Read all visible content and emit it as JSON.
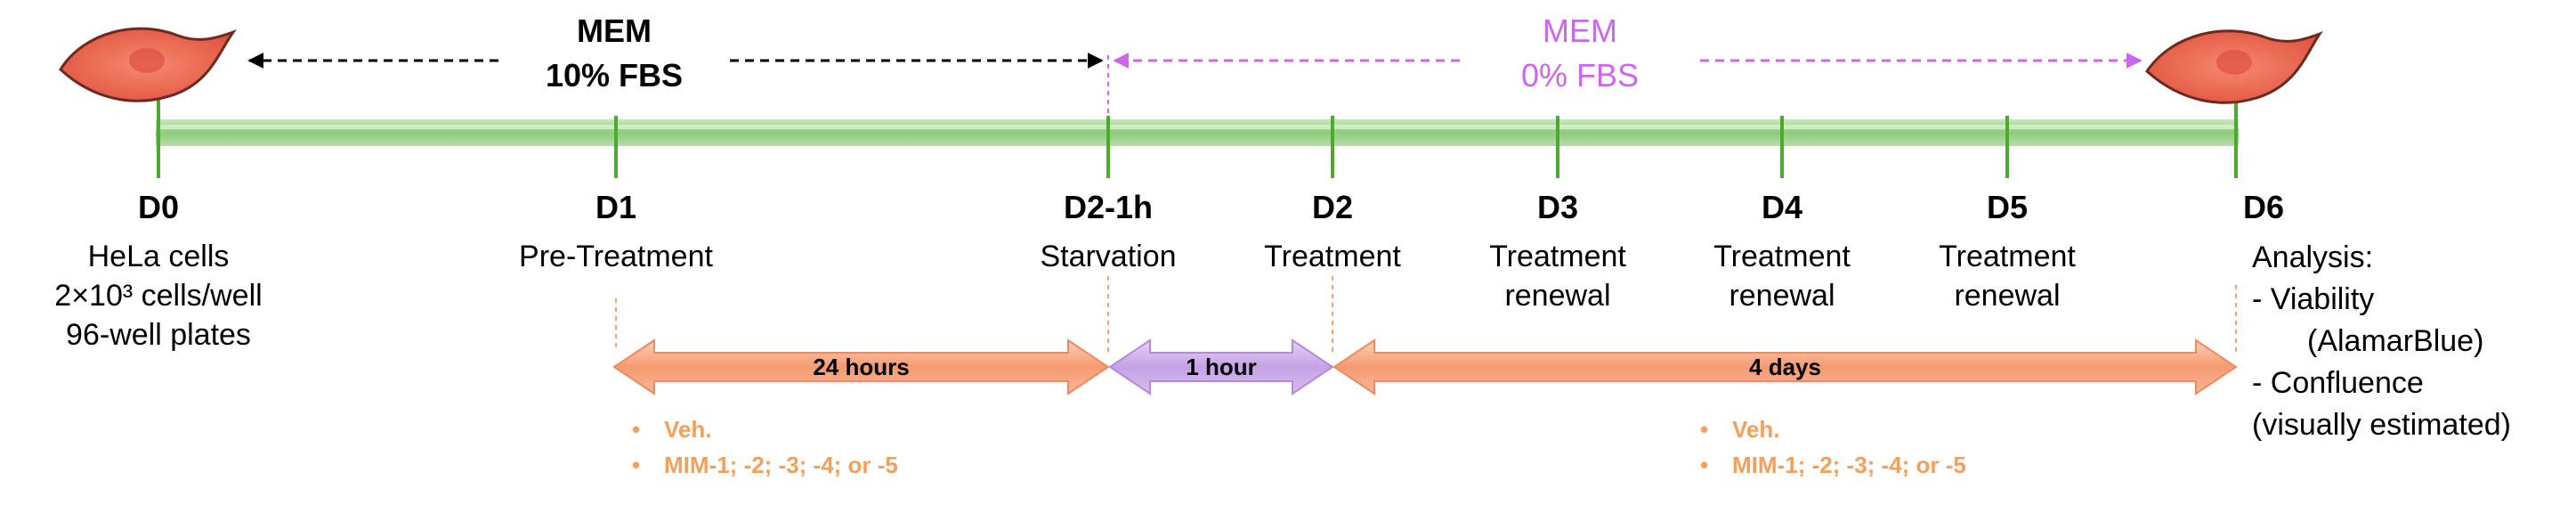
{
  "days": [
    {
      "label": "D0",
      "desc": [
        "HeLa cells",
        "2×10³ cells/well",
        "96-well plates"
      ]
    },
    {
      "label": "D1",
      "desc": [
        "Pre-Treatment"
      ]
    },
    {
      "label": "D2-1h",
      "desc": [
        "Starvation"
      ]
    },
    {
      "label": "D2",
      "desc": [
        "Treatment"
      ]
    },
    {
      "label": "D3",
      "desc": [
        "Treatment",
        "renewal"
      ]
    },
    {
      "label": "D4",
      "desc": [
        "Treatment",
        "renewal"
      ]
    },
    {
      "label": "D5",
      "desc": [
        "Treatment",
        "renewal"
      ]
    },
    {
      "label": "D6",
      "desc": []
    }
  ],
  "media": {
    "phase1": {
      "line1": "MEM",
      "line2": "10% FBS"
    },
    "phase2": {
      "line1": "MEM",
      "line2": "0% FBS"
    }
  },
  "durations": {
    "pretreatment": "24 hours",
    "starvation": "1 hour",
    "treatment": "4 days"
  },
  "treatments": {
    "pretreatment": [
      "Veh.",
      "MIM-1; -2; -3; -4; or -5"
    ],
    "treatment": [
      "Veh.",
      "MIM-1; -2; -3; -4; or -5"
    ]
  },
  "analysis": {
    "title": "Analysis:",
    "items": [
      "- Viability",
      "(AlamarBlue)",
      "- Confluence",
      "(visually estimated)"
    ]
  },
  "colors": {
    "timeline": "#9fd08f",
    "tick": "#4daa2e",
    "black_arrow": "#000000",
    "pink": "#cc66ee",
    "orange_arrow": "#f4a07a",
    "purple_arrow": "#c9a8e8",
    "cell": "#ee6a55"
  }
}
